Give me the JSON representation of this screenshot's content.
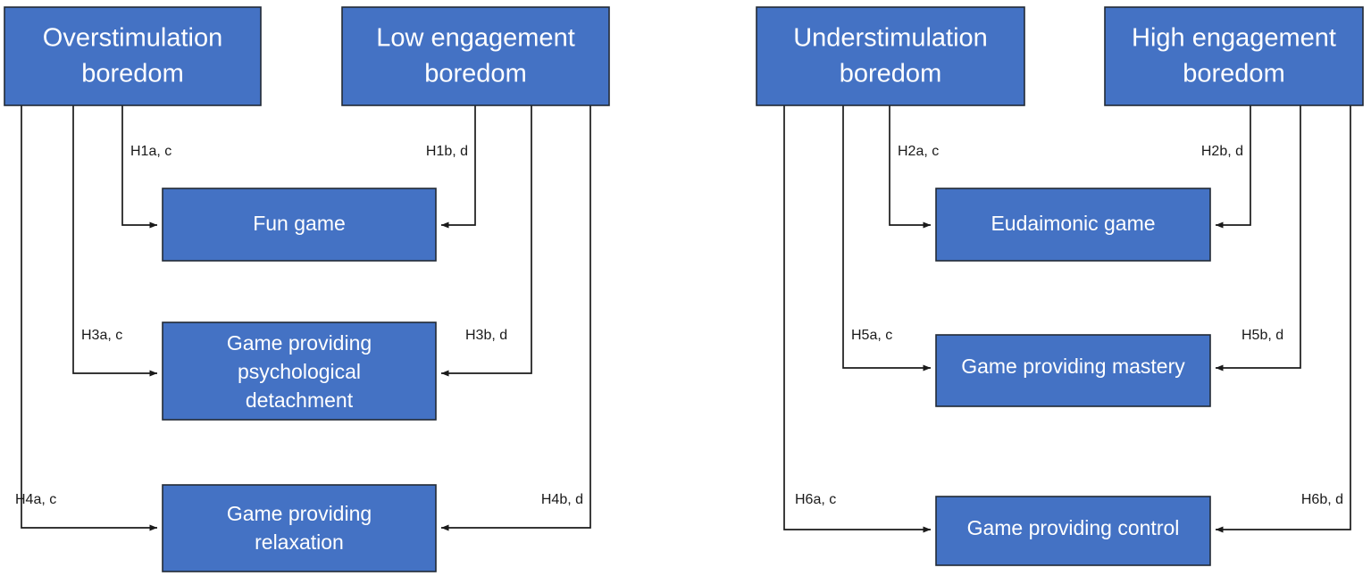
{
  "diagram": {
    "type": "flow-diagram",
    "background_color": "#ffffff",
    "node_fill_color": "#4472C4",
    "node_border_color": "#222A35",
    "node_text_color": "#FFFFFF",
    "edge_color": "#1A1A1A",
    "panels": [
      {
        "id": "left-panel",
        "antecedents": [
          {
            "id": "overstimulation",
            "lines": [
              "Overstimulation",
              "boredom"
            ]
          },
          {
            "id": "low-engagement",
            "lines": [
              "Low engagement",
              "boredom"
            ]
          }
        ],
        "outcomes": [
          {
            "id": "fun-game",
            "lines": [
              "Fun game"
            ]
          },
          {
            "id": "psychological-detachment",
            "lines": [
              "Game providing",
              "psychological",
              "detachment"
            ]
          },
          {
            "id": "relaxation",
            "lines": [
              "Game providing",
              "relaxation"
            ]
          }
        ],
        "edges": [
          {
            "id": "h1a",
            "label": "H1a, c",
            "from": "overstimulation",
            "to": "fun-game"
          },
          {
            "id": "h1b",
            "label": "H1b, d",
            "from": "low-engagement",
            "to": "fun-game"
          },
          {
            "id": "h3a",
            "label": "H3a, c",
            "from": "overstimulation",
            "to": "psychological-detachment"
          },
          {
            "id": "h3b",
            "label": "H3b, d",
            "from": "low-engagement",
            "to": "psychological-detachment"
          },
          {
            "id": "h4a",
            "label": "H4a, c",
            "from": "overstimulation",
            "to": "relaxation"
          },
          {
            "id": "h4b",
            "label": "H4b, d",
            "from": "low-engagement",
            "to": "relaxation"
          }
        ]
      },
      {
        "id": "right-panel",
        "antecedents": [
          {
            "id": "understimulation",
            "lines": [
              "Understimulation",
              "boredom"
            ]
          },
          {
            "id": "high-engagement",
            "lines": [
              "High engagement",
              "boredom"
            ]
          }
        ],
        "outcomes": [
          {
            "id": "eudaimonic-game",
            "lines": [
              "Eudaimonic game"
            ]
          },
          {
            "id": "mastery",
            "lines": [
              "Game providing mastery"
            ]
          },
          {
            "id": "control",
            "lines": [
              "Game providing control"
            ]
          }
        ],
        "edges": [
          {
            "id": "h2a",
            "label": "H2a, c",
            "from": "understimulation",
            "to": "eudaimonic-game"
          },
          {
            "id": "h2b",
            "label": "H2b, d",
            "from": "high-engagement",
            "to": "eudaimonic-game"
          },
          {
            "id": "h5a",
            "label": "H5a, c",
            "from": "understimulation",
            "to": "mastery"
          },
          {
            "id": "h5b",
            "label": "H5b, d",
            "from": "high-engagement",
            "to": "mastery"
          },
          {
            "id": "h6a",
            "label": "H6a, c",
            "from": "understimulation",
            "to": "control"
          },
          {
            "id": "h6b",
            "label": "H6b, d",
            "from": "high-engagement",
            "to": "control"
          }
        ]
      }
    ]
  },
  "nodes": {
    "overstimulation": {
      "line1": "Overstimulation",
      "line2": "boredom"
    },
    "low_engagement": {
      "line1": "Low engagement",
      "line2": "boredom"
    },
    "understimulation": {
      "line1": "Understimulation",
      "line2": "boredom"
    },
    "high_engagement": {
      "line1": "High engagement",
      "line2": "boredom"
    },
    "fun_game": {
      "line1": "Fun game"
    },
    "psych_detachment": {
      "line1": "Game providing",
      "line2": "psychological",
      "line3": "detachment"
    },
    "relaxation": {
      "line1": "Game providing",
      "line2": "relaxation"
    },
    "eudaimonic_game": {
      "line1": "Eudaimonic game"
    },
    "mastery": {
      "line1": "Game providing mastery"
    },
    "control": {
      "line1": "Game providing control"
    }
  },
  "edge_labels": {
    "h1a": "H1a, c",
    "h1b": "H1b, d",
    "h2a": "H2a, c",
    "h2b": "H2b, d",
    "h3a": "H3a, c",
    "h3b": "H3b, d",
    "h4a": "H4a, c",
    "h4b": "H4b, d",
    "h5a": "H5a, c",
    "h5b": "H5b, d",
    "h6a": "H6a, c",
    "h6b": "H6b, d"
  }
}
